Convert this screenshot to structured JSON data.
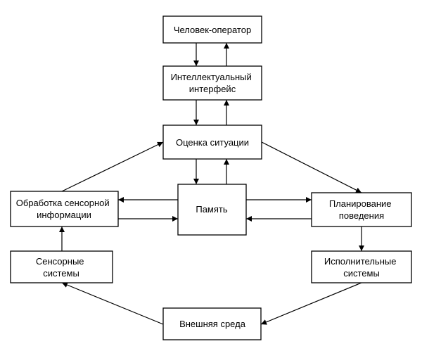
{
  "diagram": {
    "nodes": {
      "operator": {
        "lines": [
          "Человек-оператор"
        ]
      },
      "interface": {
        "lines": [
          "Интеллектуальный",
          "интерфейс"
        ]
      },
      "assessment": {
        "lines": [
          "Оценка ситуации"
        ]
      },
      "sensor_processing": {
        "lines": [
          "Обработка сенсорной",
          "информации"
        ]
      },
      "memory": {
        "lines": [
          "Память"
        ]
      },
      "planning": {
        "lines": [
          "Планирование",
          "поведения"
        ]
      },
      "sensor_systems": {
        "lines": [
          "Сенсорные",
          "системы"
        ]
      },
      "executive_systems": {
        "lines": [
          "Исполнительные",
          "системы"
        ]
      },
      "environment": {
        "lines": [
          "Внешняя среда"
        ]
      }
    },
    "edges": [
      {
        "from": "operator",
        "to": "interface"
      },
      {
        "from": "interface",
        "to": "operator"
      },
      {
        "from": "interface",
        "to": "assessment"
      },
      {
        "from": "assessment",
        "to": "interface"
      },
      {
        "from": "assessment",
        "to": "memory"
      },
      {
        "from": "memory",
        "to": "assessment"
      },
      {
        "from": "assessment",
        "to": "planning"
      },
      {
        "from": "sensor_processing",
        "to": "assessment"
      },
      {
        "from": "memory",
        "to": "sensor_processing"
      },
      {
        "from": "sensor_processing",
        "to": "memory"
      },
      {
        "from": "memory",
        "to": "planning"
      },
      {
        "from": "planning",
        "to": "memory"
      },
      {
        "from": "planning",
        "to": "executive_systems"
      },
      {
        "from": "executive_systems",
        "to": "environment"
      },
      {
        "from": "environment",
        "to": "sensor_systems"
      },
      {
        "from": "sensor_systems",
        "to": "sensor_processing"
      }
    ],
    "colors": {
      "stroke": "#000000",
      "fill": "#ffffff",
      "text": "#000000"
    }
  }
}
